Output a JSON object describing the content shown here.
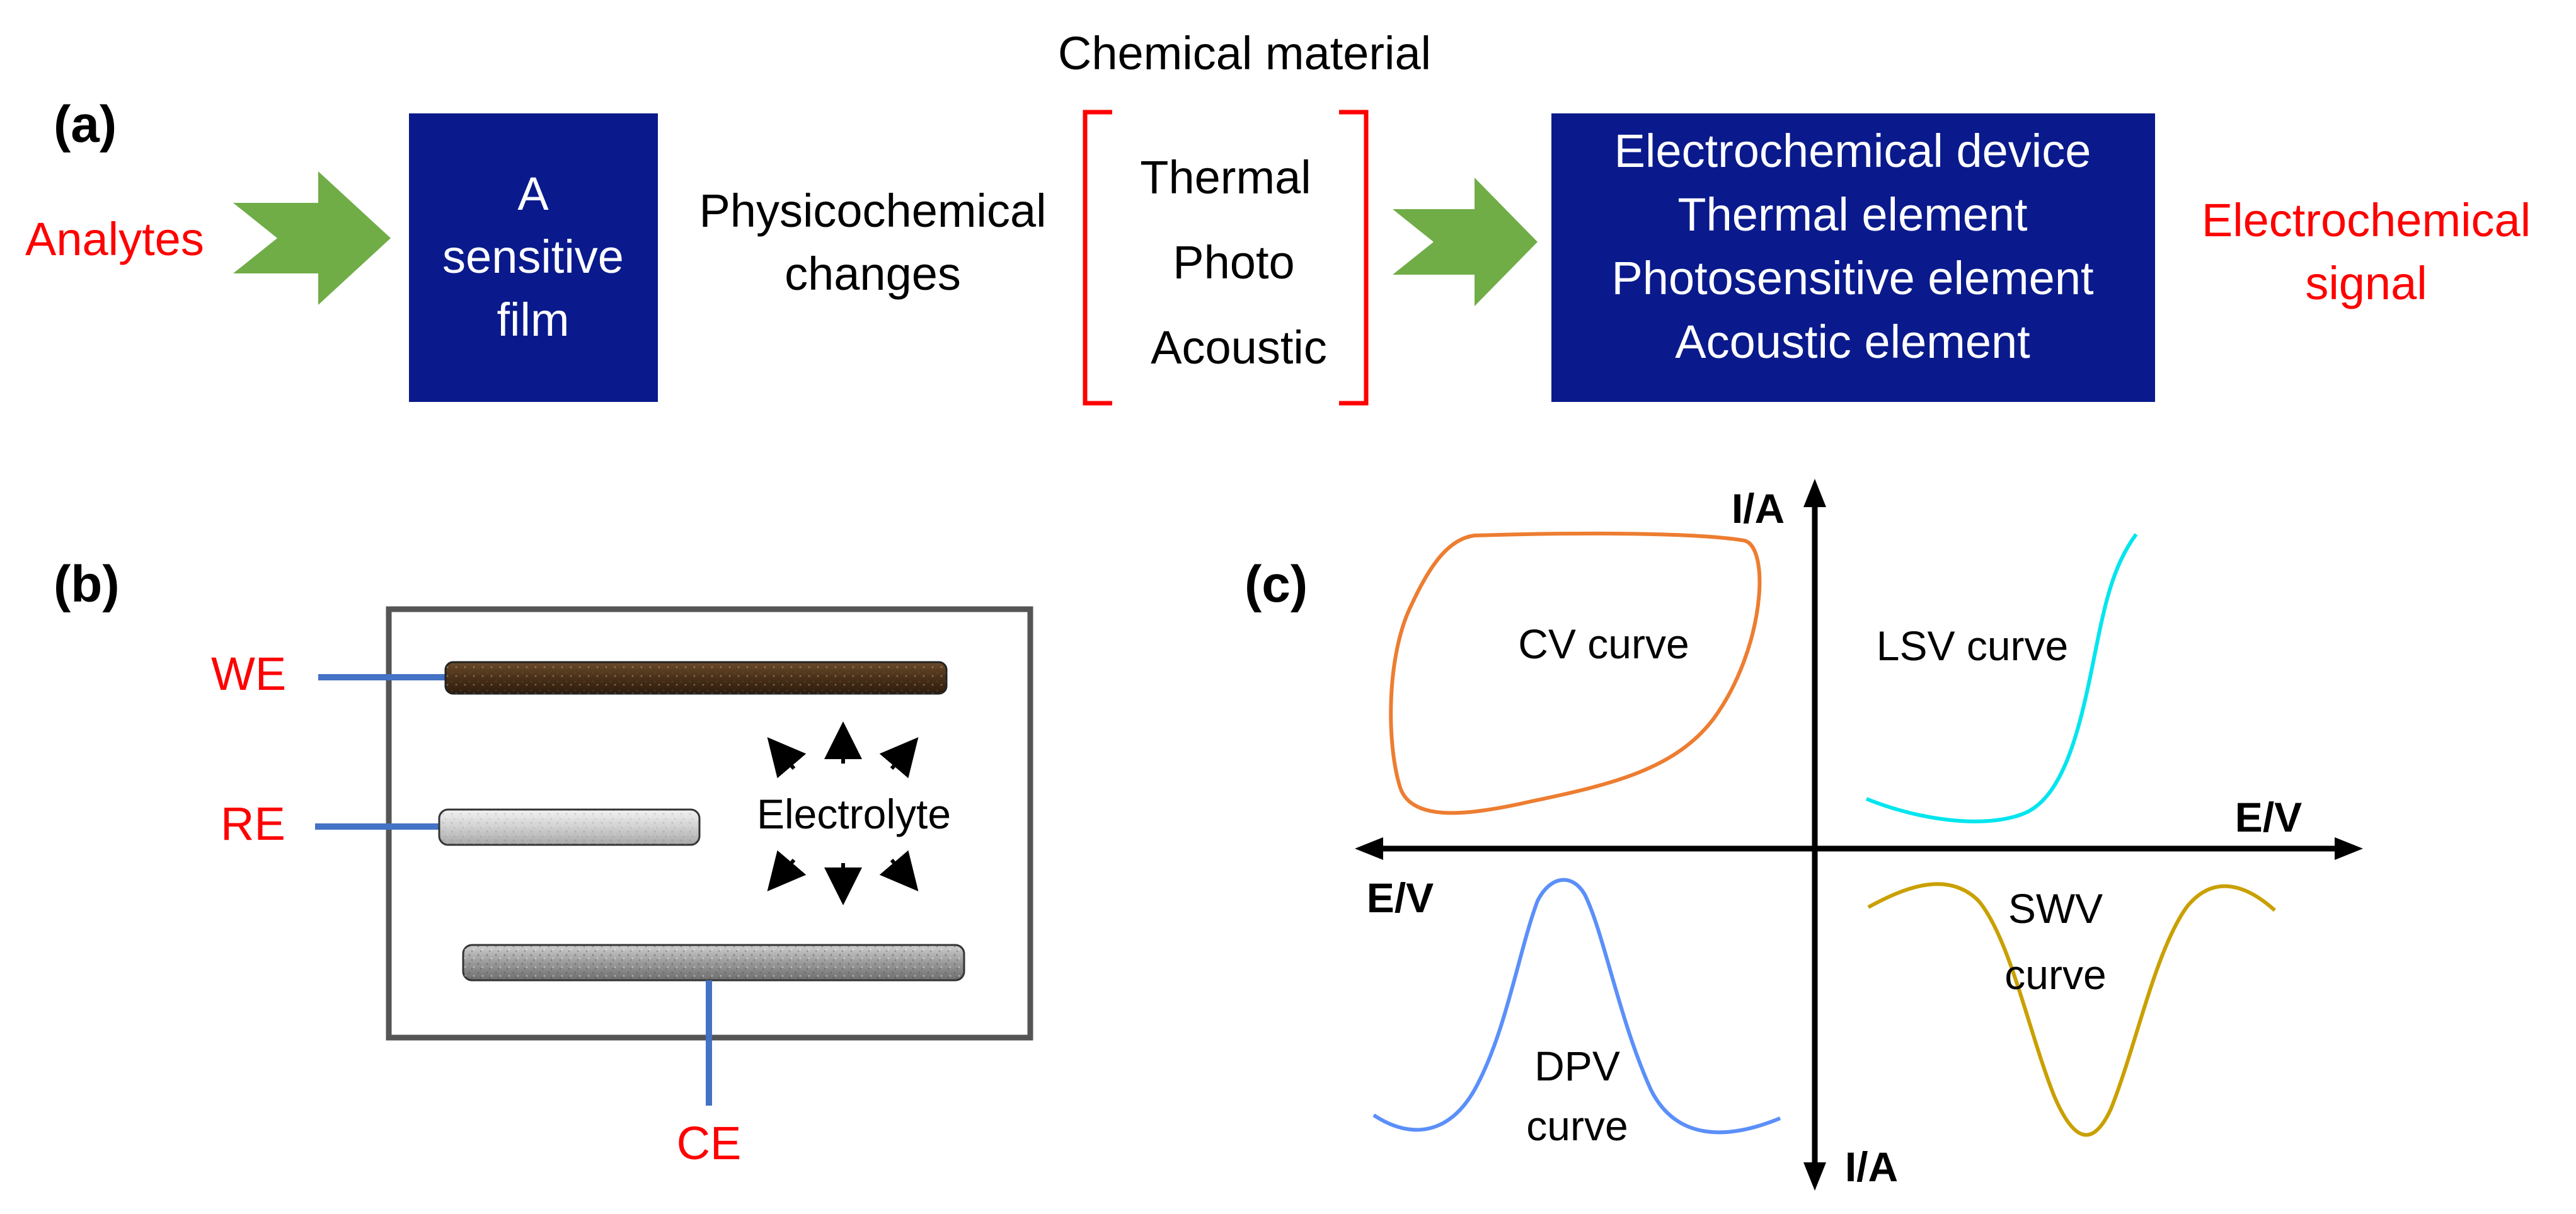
{
  "panel_a": {
    "label": "(a)",
    "input": "Analytes",
    "film": [
      "A",
      "sensitive",
      "film"
    ],
    "changes": [
      "Physicochemical",
      "changes"
    ],
    "chemical_material": "Chemical material",
    "bracket_items": [
      "Thermal",
      "Photo",
      "Acoustic"
    ],
    "elements": [
      "Electrochemical device",
      "Thermal element",
      "Photosensitive element",
      "Acoustic element"
    ],
    "output": [
      "Electrochemical",
      "signal"
    ]
  },
  "panel_b": {
    "label": "(b)",
    "we": "WE",
    "re": "RE",
    "ce": "CE",
    "electrolyte": "Electrolyte"
  },
  "panel_c": {
    "label": "(c)",
    "y_axis_top": "I/A",
    "y_axis_bottom": "I/A",
    "x_axis_right": "E/V",
    "x_axis_left": "E/V",
    "cv": "CV curve",
    "lsv": "LSV curve",
    "dpv": [
      "DPV",
      "curve"
    ],
    "swv": [
      "SWV",
      "curve"
    ]
  },
  "colors": {
    "accent_red": "#ff0000",
    "box_navy": "#0a1a8c",
    "arrow_green": "#70ad47",
    "electrode_wire": "#4472c4",
    "cv": "#ed7d31",
    "lsv": "#00e5ee",
    "dpv": "#5b8ff9",
    "swv": "#c9a000"
  }
}
